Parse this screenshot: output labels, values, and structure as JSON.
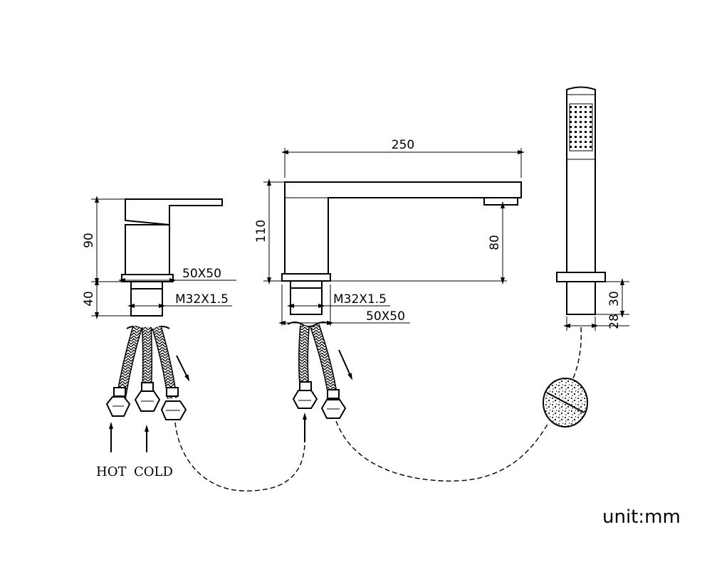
{
  "dimensions": {
    "mixer_height": "90",
    "mixer_base": "40",
    "mixer_plate": "50X50",
    "mixer_thread": "M32X1.5",
    "spout_length": "250",
    "spout_height": "110",
    "spout_outlet_height": "80",
    "spout_thread": "M32X1.5",
    "spout_plate": "50X50",
    "shower_base": "30",
    "shower_diameter": "28"
  },
  "labels": {
    "hot": "HOT",
    "cold": "COLD",
    "unit": "unit:mm"
  },
  "colors": {
    "line": "#000000",
    "background": "#ffffff"
  }
}
